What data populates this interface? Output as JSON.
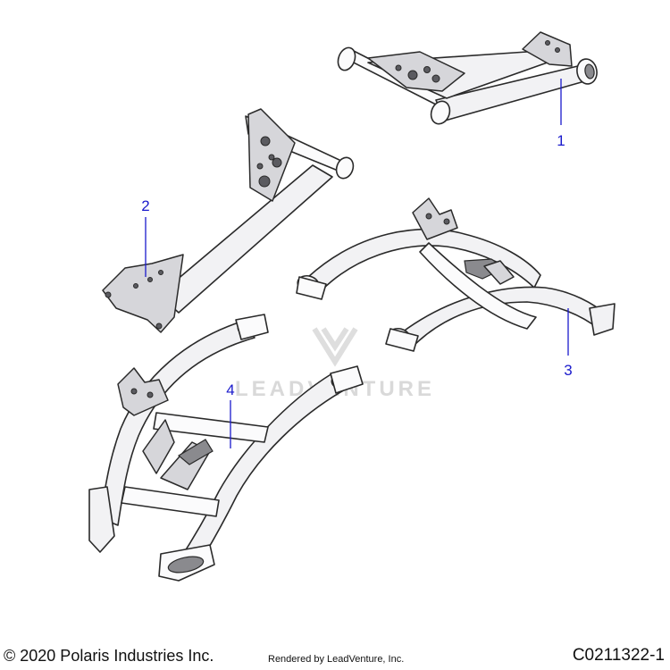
{
  "callouts": [
    {
      "label": "1",
      "part": "upper-a-arm-front-right"
    },
    {
      "label": "2",
      "part": "upper-a-arm-front-left"
    },
    {
      "label": "3",
      "part": "lower-a-arm-front-right"
    },
    {
      "label": "4",
      "part": "lower-a-arm-front-left"
    }
  ],
  "watermark": {
    "text": "LEADVENTURE"
  },
  "footer": {
    "copyright": "© 2020 Polaris Industries Inc.",
    "rendered_by": "Rendered by LeadVenture, Inc.",
    "drawing_id": "C0211322-1"
  },
  "colors": {
    "callout": "#1a1acc",
    "part_fill": "#f2f2f4",
    "outline": "#2a2a2a"
  }
}
